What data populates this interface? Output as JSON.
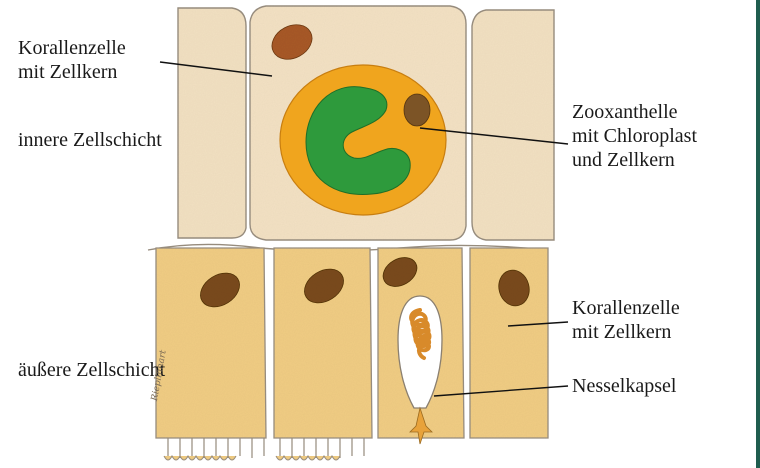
{
  "labels": {
    "korallenzelle_top": [
      "Korallenzelle",
      "mit Zellkern"
    ],
    "innere_zellschicht": "innere Zellschicht",
    "zooxanthelle": [
      "Zooxanthelle",
      "mit Chloroplast",
      "und Zellkern"
    ],
    "korallenzelle_bottom": [
      "Korallenzelle",
      "mit Zellkern"
    ],
    "aeussere_zellschicht": "äußere Zellschicht",
    "nesselkapsel": "Nesselkapsel"
  },
  "colors": {
    "inner_cell": "#f4e2c4",
    "inner_cell_outline": "#9a8f80",
    "outer_cell": "#f1cd84",
    "zooxanthelle_body": "#f0a41c",
    "chloroplast": "#2e9a3c",
    "nucleus": "#7c4e22",
    "nucleus_light": "#a05a2a",
    "nesselkapsel_thread": "#d88a2a"
  },
  "signature": "Rieplinhart"
}
